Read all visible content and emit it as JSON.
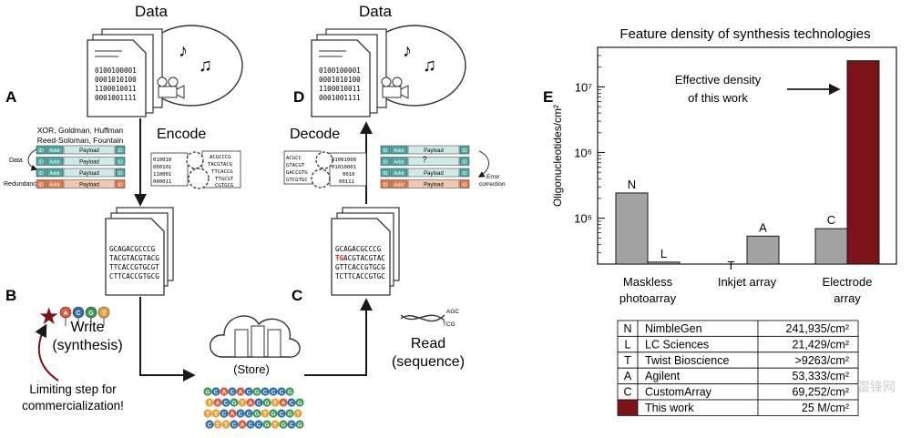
{
  "panel_labels": {
    "a": "A",
    "b": "B",
    "c": "C",
    "d": "D",
    "e": "E"
  },
  "data_titles": {
    "left": "Data",
    "right": "Data"
  },
  "binary_lines": [
    "0100100001",
    "0001010100",
    "1100010011",
    "0001001111"
  ],
  "encode": {
    "title": "Encode",
    "codes_line1": "XOR, Goldman, Huffman",
    "codes_line2": "Reed-Soloman, Fountain",
    "data_label": "Data",
    "redundancy_label": "Redundancy",
    "gear_bits": [
      "010010",
      "000101",
      "110001",
      "000011"
    ],
    "gear_bases": [
      "ACGCCCG",
      "TACGTACG",
      "TTCACCG",
      "TTGCGT",
      "CGTGCG"
    ]
  },
  "packet_rows": {
    "id": "ID",
    "addr": "Addr",
    "payload": "Payload"
  },
  "decode": {
    "title": "Decode",
    "question_mark": "?",
    "error_line1": "Error",
    "error_line2": "correction",
    "gear_bases": [
      "ACGCC",
      "GTACGT",
      "GACCGTG",
      "GTCGTGC"
    ],
    "gear_bits": [
      "01001000",
      "01010001",
      "0010",
      "00111"
    ]
  },
  "sequence_doc_left": [
    "GCAGACGCCCG",
    "TACGTACGTACG",
    "TTCACCGTGCGT",
    "CTTCACCGTGCG"
  ],
  "sequence_doc_right": {
    "line1": "GCAGACGCCCG",
    "line2_error": "TG",
    "line2_rest": "ACGTACGTAC",
    "line3": "GTTCACCGTGCG",
    "line4": "TCTTCACCGTGC"
  },
  "write": {
    "title": "Write",
    "subtitle": "(synthesis)",
    "bases": [
      "A",
      "C",
      "G",
      "T"
    ]
  },
  "limiting": {
    "line1": "Limiting step for",
    "line2": "commercialization!"
  },
  "store": {
    "label": "(Store)"
  },
  "strands": [
    "GCACACGCCCG",
    "TACGTACGTACG",
    "TTCACCGTGCGT",
    "CTTCACCGTGCG"
  ],
  "read": {
    "title": "Read",
    "subtitle": "(sequence)",
    "tag1": "AGC",
    "tag2": "TCG"
  },
  "watermark": "雷锋网",
  "colors": {
    "id_teal": "#4aa9a0",
    "addr_teal": "#3f9a93",
    "payload_teal": "#cfe9e6",
    "redundancy_orange": "#e07a4a",
    "payload_orange": "#f4c7b2",
    "dark_red": "#7a1418",
    "gray_bar": "#a3a3a3",
    "base_A": "#e05a3a",
    "base_C": "#2f6fb0",
    "base_G": "#3a9a55",
    "base_T": "#e8a33b"
  },
  "chart_data": {
    "type": "bar",
    "title": "Feature density of synthesis technologies",
    "ylabel": "Oligonucleotides/cm²",
    "yscale": "log",
    "ylim": [
      20000,
      40000000
    ],
    "yticks": [
      {
        "value": 100000,
        "label": "10⁵"
      },
      {
        "value": 1000000,
        "label": "10⁶"
      },
      {
        "value": 10000000,
        "label": "10⁷"
      }
    ],
    "categories": [
      "Maskless\nphotoarray",
      "Inkjet array",
      "Electrode\narray"
    ],
    "bars": [
      {
        "letter": "N",
        "group": 0,
        "value": 241935
      },
      {
        "letter": "L",
        "group": 0,
        "value": 21429
      },
      {
        "letter": "T",
        "group": 1,
        "value": 14000
      },
      {
        "letter": "A",
        "group": 1,
        "value": 53333
      },
      {
        "letter": "C",
        "group": 2,
        "value": 69252
      },
      {
        "letter": "",
        "group": 2,
        "value": 25000000,
        "highlight": true
      }
    ],
    "annotation": {
      "line1": "Effective density",
      "line2": "of this work"
    }
  },
  "legend_table": [
    {
      "key": "N",
      "name": "NimbleGen",
      "value": "241,935/cm²"
    },
    {
      "key": "L",
      "name": "LC Sciences",
      "value": "21,429/cm²"
    },
    {
      "key": "T",
      "name": "Twist Bioscience",
      "value": ">9263/cm²"
    },
    {
      "key": "A",
      "name": "Agilent",
      "value": "53,333/cm²"
    },
    {
      "key": "C",
      "name": "CustomArray",
      "value": "69,252/cm²"
    },
    {
      "key": "",
      "name": "This work",
      "value": "25 M/cm²",
      "highlight": true
    }
  ]
}
